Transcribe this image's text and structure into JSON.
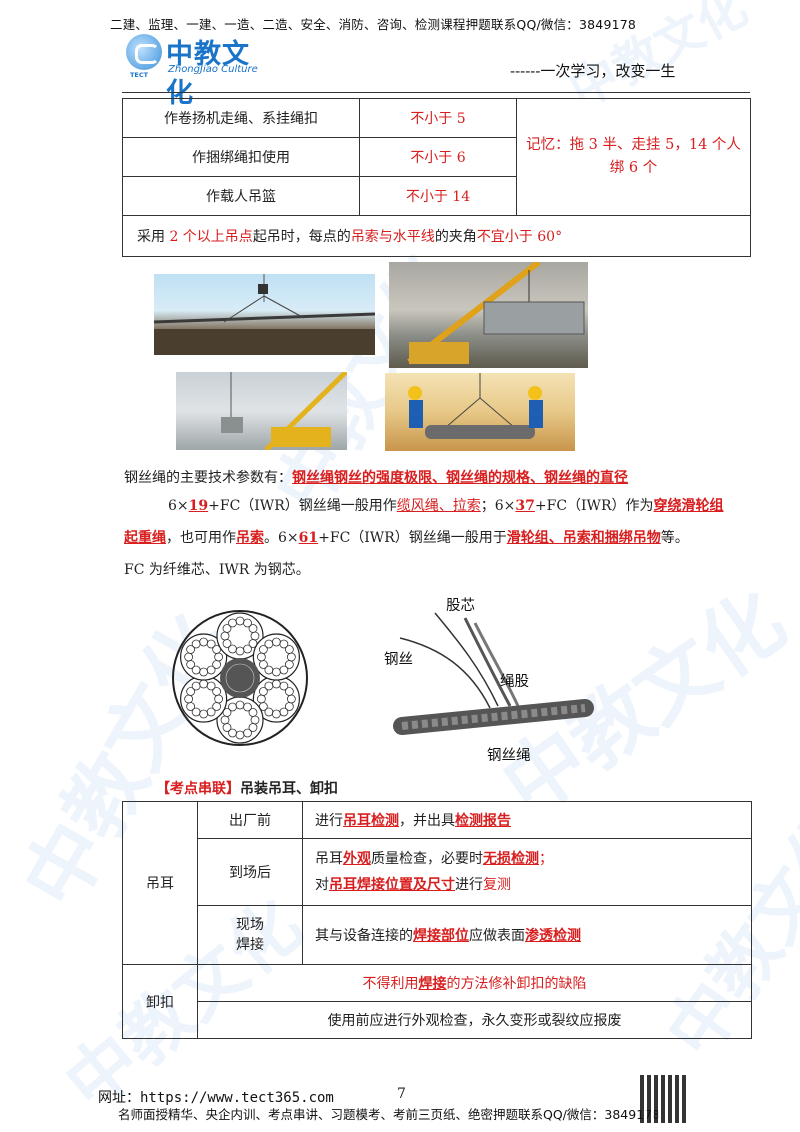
{
  "header": {
    "top_text": "二建、监理、一建、一造、二造、安全、消防、咨询、检测课程押题联系QQ/微信：3849178",
    "logo_cn": "中教文化",
    "logo_en": "ZhongJiao Culture",
    "logo_tect": "TECT",
    "slogan": "------一次学习，改变一生"
  },
  "safety_table": {
    "rows": [
      {
        "label": "作卷扬机走绳、系挂绳扣",
        "value": "不小于 5"
      },
      {
        "label": "作捆绑绳扣使用",
        "value": "不小于 6"
      },
      {
        "label": "作载人吊篮",
        "value": "不小于 14"
      }
    ],
    "memory": "记忆：拖 3 半、走挂 5，14 个人绑 6 个",
    "note": {
      "p1": "采用 ",
      "p2": "2 个以上吊点",
      "p3": "起吊时，每点的",
      "p4": "吊索与水平线",
      "p5": "的夹角",
      "p6": "不宜小于 60°"
    }
  },
  "paragraph": {
    "l1a": "钢丝绳的主要技术参数有：",
    "l1b": "钢丝绳钢丝的强度极限、钢丝绳的规格、钢丝绳的直径",
    "l2a": "6×",
    "l2b": "19",
    "l2c": "+FC（IWR）钢丝绳一般用作",
    "l2d": "缆风绳、拉索",
    "l2e": "；6×",
    "l2f": "37",
    "l2g": "+FC（IWR）作为",
    "l2h": "穿绕滑轮组",
    "l3a": "起重绳",
    "l3b": "，也可用作",
    "l3c": "吊索",
    "l3d": "。6×",
    "l3e": "61",
    "l3f": "+FC（IWR）钢丝绳一般用于",
    "l3g": "滑轮组、吊索和捆绑吊物",
    "l3h": "等。",
    "l4": "FC 为纤维芯、IWR 为钢芯。"
  },
  "diagram_labels": {
    "core": "股芯",
    "wire": "钢丝",
    "strand": "绳股",
    "rope": "钢丝绳"
  },
  "kaodian": {
    "bracket": "【考点串联】",
    "title": "吊装吊耳、卸扣"
  },
  "lug_table": {
    "lug": "吊耳",
    "shackle": "卸扣",
    "s1": "出厂前",
    "s1a": "进行",
    "s1b": "吊耳检测",
    "s1c": "，并出具",
    "s1d": "检测报告",
    "s2": "到场后",
    "s2a": "吊耳",
    "s2b": "外观",
    "s2c": "质量检查，必要时",
    "s2d": "无损检测",
    "s2e": "；",
    "s2f": "对",
    "s2g": "吊耳焊接位置及尺寸",
    "s2h": "进行",
    "s2i": "复测",
    "s3a": "现场",
    "s3b": "焊接",
    "s3c": "其与设备连接的",
    "s3d": "焊接部位",
    "s3e": "应做表面",
    "s3f": "渗透检测",
    "sh1a": "不得利用",
    "sh1b": "焊接",
    "sh1c": "的方法修补卸扣的缺陷",
    "sh2": "使用前应进行外观检查，永久变形或裂纹应报废"
  },
  "footer": {
    "url": "网址：https://www.tect365.com",
    "page": "7",
    "line": "名师面授精华、央企内训、考点串讲、习题模考、考前三页纸、绝密押题联系QQ/微信：3849178"
  }
}
